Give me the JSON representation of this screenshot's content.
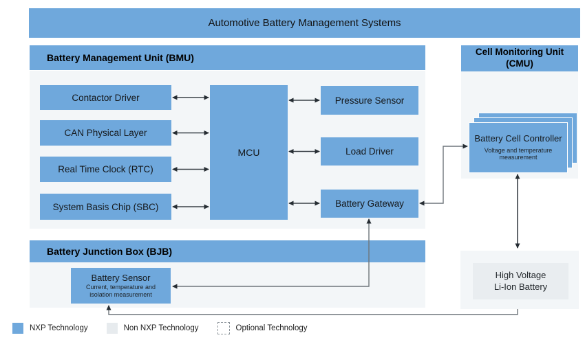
{
  "banner": {
    "title": "Automotive Battery Management Systems"
  },
  "sections": {
    "bmu": {
      "title": "Battery Management Unit (BMU)"
    },
    "cmu": {
      "title_line1": "Cell Monitoring Unit",
      "title_line2": "(CMU)"
    },
    "bjb": {
      "title": "Battery Junction Box (BJB)"
    },
    "hv": {
      "label_line1": "High Voltage",
      "label_line2": "Li-Ion Battery"
    }
  },
  "blocks": {
    "contactor_driver": {
      "label": "Contactor Driver"
    },
    "can_physical_layer": {
      "label": "CAN Physical Layer"
    },
    "real_time_clock": {
      "label": "Real Time Clock (RTC)"
    },
    "system_basis_chip": {
      "label": "System Basis Chip (SBC)"
    },
    "mcu": {
      "label": "MCU"
    },
    "pressure_sensor": {
      "label": "Pressure Sensor"
    },
    "load_driver": {
      "label": "Load Driver"
    },
    "battery_gateway": {
      "label": "Battery Gateway"
    },
    "battery_cell_controller": {
      "label": "Battery Cell Controller",
      "sublabel": "Voltage and temperature measurement"
    },
    "battery_sensor": {
      "label": "Battery Sensor",
      "sublabel": "Current, temperature and isolation measurement"
    }
  },
  "legend": {
    "items": [
      {
        "label": "NXP Technology",
        "swatch": "nxp-blue"
      },
      {
        "label": "Non NXP Technology",
        "swatch": "non-nxp-gray"
      },
      {
        "label": "Optional Technology",
        "swatch": "optional-dashed"
      }
    ]
  },
  "colors": {
    "nxp_blue": "#6FA8DC",
    "non_nxp_gray": "#E7EBEE",
    "section_bg": "#F3F6F8",
    "hv_inner_gray": "#E9EDF0",
    "connector_gray": "#6E757B",
    "connector_dark": "#3A4147"
  }
}
